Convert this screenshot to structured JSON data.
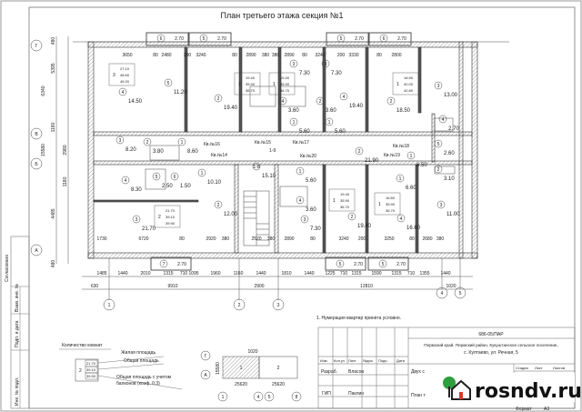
{
  "title": "План третьего этажа секция №1",
  "top_dims": [
    "3650",
    "80",
    "2480",
    "200",
    "3240",
    "80",
    "2890",
    "380",
    "380",
    "2890",
    "80",
    "3240",
    "200",
    "3330",
    "80",
    "2800"
  ],
  "bottom_dims": [
    "1485",
    "1440",
    "2010",
    "1315",
    "710",
    "1095",
    "1960",
    "1160",
    "1440",
    "1810",
    "1440",
    "1225",
    "710",
    "1315",
    "1590",
    "1315",
    "710",
    "1355",
    "1440"
  ],
  "bottom_totals": [
    "630",
    "9910",
    "2900",
    "12810",
    "1020"
  ],
  "inner_bottom_dims": [
    "1730",
    "6720",
    "80",
    "2920",
    "380",
    "2520",
    "380",
    "2890",
    "80",
    "3240",
    "200",
    "3250",
    "80",
    "2680",
    "380",
    "260",
    "380"
  ],
  "left_dims": [
    "480",
    "5395",
    "1180",
    "2980",
    "15580",
    "6340",
    "1180",
    "4485",
    "480"
  ],
  "axes_bottom": [
    "1",
    "2",
    "3",
    "4",
    "5"
  ],
  "axes_left": [
    "Г",
    "В",
    "Б",
    "А"
  ],
  "balconies_top": [
    {
      "num": "6",
      "area": "2.70"
    },
    {
      "num": "5",
      "area": "2.70"
    },
    {
      "num": "5",
      "area": "2.70"
    },
    {
      "num": "6",
      "area": "2.70"
    }
  ],
  "balconies_bottom": [
    {
      "num": "7",
      "area": "2.70"
    },
    {
      "num": "5",
      "area": "2.70"
    },
    {
      "num": "5",
      "area": "2.70"
    }
  ],
  "rooms": [
    {
      "num": "4",
      "area": "14.50"
    },
    {
      "num": "5",
      "area": "11.20"
    },
    {
      "num": "2",
      "area": "19.40"
    },
    {
      "num": "3",
      "area": "7.30"
    },
    {
      "num": "4",
      "area": "3.60"
    },
    {
      "num": "1",
      "area": "5.60"
    },
    {
      "num": "3",
      "area": "7.30"
    },
    {
      "num": "2",
      "area": "3.60"
    },
    {
      "num": "1",
      "area": "5.60"
    },
    {
      "num": "4",
      "area": "19.40"
    },
    {
      "num": "2",
      "area": "18.50"
    },
    {
      "num": "3",
      "area": "13.00"
    },
    {
      "num": "1",
      "area": "6.50"
    },
    {
      "num": "4",
      "area": "2.70"
    },
    {
      "num": "5",
      "area": "2.60"
    },
    {
      "num": "3",
      "area": "8.20"
    },
    {
      "num": "2",
      "area": "3.80"
    },
    {
      "num": "1",
      "area": "8.60"
    },
    {
      "num": "4",
      "area": "8.30"
    },
    {
      "num": "5",
      "area": "2.50"
    },
    {
      "num": "6",
      "area": "1.50"
    },
    {
      "num": "1",
      "area": "10.10"
    },
    {
      "num": "2",
      "area": "12.00"
    },
    {
      "num": "3",
      "area": "21.70"
    },
    {
      "num": "1-8",
      "area": "15.10"
    },
    {
      "num": "1",
      "area": "5.60"
    },
    {
      "num": "4",
      "area": "3.60"
    },
    {
      "num": "3",
      "area": "7.30"
    },
    {
      "num": "2",
      "area": "19.40"
    },
    {
      "num": "2",
      "area": "21.90"
    },
    {
      "num": "1",
      "area": "6.60"
    },
    {
      "num": "4",
      "area": "16.60"
    },
    {
      "num": "3",
      "area": "11.00"
    },
    {
      "num": "2",
      "area": "3.10"
    }
  ],
  "apartments": [
    "Кв.№16",
    "Кв.№15",
    "Кв.№17",
    "Кв.№14",
    "Кв.№20",
    "Кв.№19",
    "Кв.№18",
    "1-9"
  ],
  "apt_stamps": [
    {
      "rooms": "3",
      "living": "27.10",
      "total": "48.60",
      "total_bal": "49.20"
    },
    {
      "rooms": "1",
      "living": "19.40",
      "total": "35.90",
      "total_bal": "36.70"
    },
    {
      "rooms": "1",
      "living": "19.40",
      "total": "35.90",
      "total_bal": "36.70"
    },
    {
      "rooms": "1",
      "living": "18.50",
      "total": "42.00",
      "total_bal": "42.80"
    },
    {
      "rooms": "2",
      "living": "21.70",
      "total": "39.10",
      "total_bal": "39.90"
    },
    {
      "rooms": "1",
      "living": "19.40",
      "total": "35.90",
      "total_bal": "36.70"
    },
    {
      "rooms": "1",
      "living": "16.60",
      "total": "35.90",
      "total_bal": "36.70"
    }
  ],
  "legend": {
    "rooms_count": "Количество комнат",
    "living_area": "Жилая площадь",
    "total_area": "Общая площадь",
    "total_area_bal": "Общая площадь с учетом",
    "total_area_bal2": "балконов (коэф. 0.3)",
    "sample": {
      "rooms": "2",
      "living": "21.70",
      "total": "39.10",
      "total_bal": "39.90"
    }
  },
  "key_plan": {
    "top_dim": "1020",
    "height_dim": "15580",
    "dims": [
      "25620",
      "25620"
    ],
    "sections": [
      "1",
      "2"
    ],
    "axes_left": [
      "Г",
      "А"
    ],
    "axes_bottom": [
      "1",
      "4",
      "5",
      "8"
    ]
  },
  "note": "1. Нумерация квартир принята условно.",
  "stamp": {
    "code": "686-05/ПАР",
    "address1": "Пермский край, Пермский район, Кукуштанское сельское поселение,",
    "address2": "с. Култаево, ул. Речная, 5",
    "headers": [
      "Изм.",
      "Кол.уч",
      "Лист",
      "№док.",
      "Подп.",
      "Дата"
    ],
    "roles": [
      {
        "role": "Разраб.",
        "name": "Власов"
      },
      {
        "role": "ГИП",
        "name": "Паклин"
      }
    ],
    "object": "Двух с",
    "sheet_title": "План т",
    "stage_headers": [
      "Стадия",
      "Лист",
      "Листов"
    ],
    "format_label": "Формат",
    "format": "А3"
  },
  "side_stamp": [
    "Согласовано",
    "Взам. инв. №",
    "Подп. и дата",
    "Инв. № подл."
  ],
  "watermark": "rosndv.ru",
  "colors": {
    "line": "#333333",
    "hatch": "#888888",
    "watermark_green": "#2e9e3e",
    "watermark_red": "#d63a2f"
  }
}
